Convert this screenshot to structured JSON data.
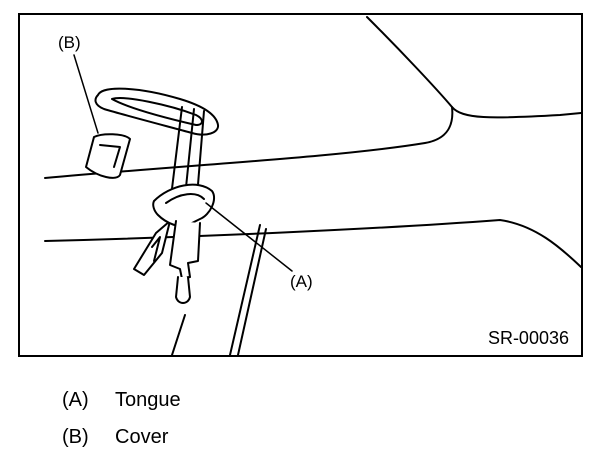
{
  "figure": {
    "code": "SR-00036",
    "callouts": [
      {
        "key": "(B)",
        "target": "Cover"
      },
      {
        "key": "(A)",
        "target": "Tongue"
      }
    ]
  },
  "legend": {
    "items": [
      {
        "key": "(A)",
        "text": "Tongue"
      },
      {
        "key": "(B)",
        "text": "Cover"
      }
    ]
  }
}
